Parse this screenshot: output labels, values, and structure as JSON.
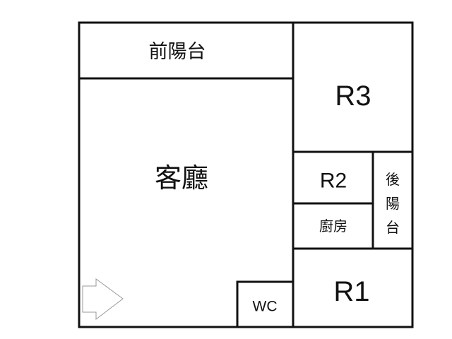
{
  "rooms": {
    "front_balcony": "前陽台",
    "living_room": "客廳",
    "r3": "R3",
    "r2": "R2",
    "kitchen": "廚房",
    "back_balcony": [
      "後",
      "陽",
      "台"
    ],
    "r1": "R1",
    "wc": "WC"
  },
  "icons": {
    "entrance": "arrow-right-outline-icon"
  }
}
